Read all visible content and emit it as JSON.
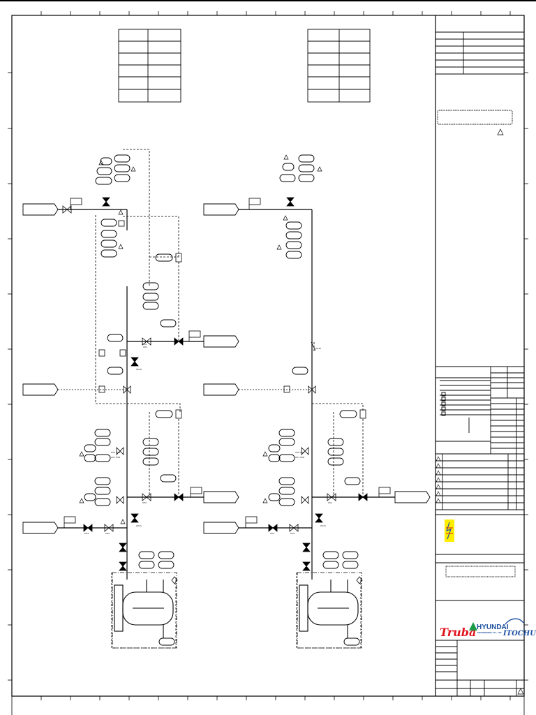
{
  "diagram": {
    "tags": {
      "a1_v1": "XV1",
      "a1_v2": "XV2",
      "a1_v3": "XV3",
      "a1_v4": "XV4",
      "b1_v1": "XV1",
      "b1_v2": "XV2",
      "a2_v1": "XV5 XV6",
      "a2_v2": "XV7 XV8",
      "a2_v3": "XV9",
      "b2_v1": "XV5 XV6",
      "b2_v2": "XV7 XV8",
      "b2_v3": "XV9",
      "a3_v1": "XV10",
      "a3_v2": "XV11",
      "b3_v1": "XV10",
      "b3_v2": "XV11"
    }
  },
  "title_block": {
    "logos": {
      "truba": "Truba",
      "hyundai_name": "HYUNDAI",
      "hyundai_sub": "ENGINEERING CO., LTD.",
      "itochu": "ITOCHU"
    },
    "colors": {
      "utility_logo_bg": "#ffee00",
      "truba_red": "#e0141e",
      "hyundai_green": "#1a9a48",
      "hyundai_blue": "#1d4fa0",
      "itochu_blue": "#1d4fa0"
    }
  }
}
